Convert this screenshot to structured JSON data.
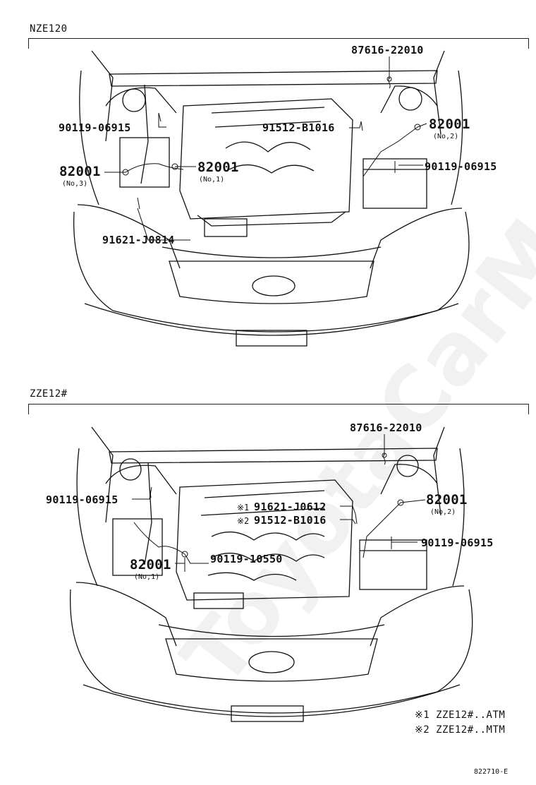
{
  "watermark": "ToyotaCarMart.ru",
  "sections": [
    {
      "name": "NZE120",
      "labels": {
        "p1": "87616-22010",
        "p2": "90119-06915",
        "p3": "91512-B1016",
        "p4": "82001",
        "p4_sub": "(No,2)",
        "p5": "82001",
        "p5_sub": "(No,3)",
        "p6": "82001",
        "p6_sub": "(No,1)",
        "p7": "90119-06915",
        "p8": "91621-J0814"
      }
    },
    {
      "name": "ZZE12#",
      "labels": {
        "p1": "87616-22010",
        "p2": "90119-06915",
        "p3_mark": "※1",
        "p3": "91621-J0612",
        "p4_mark": "※2",
        "p4": "91512-B1016",
        "p5": "82001",
        "p5_sub": "(No,2)",
        "p6": "90119-06915",
        "p7": "82001",
        "p7_sub": "(No,1)",
        "p8": "90119-10550"
      }
    }
  ],
  "notes": [
    "※1 ZZE12#..ATM",
    "※2 ZZE12#..MTM"
  ],
  "drawing_code": "822710-E"
}
